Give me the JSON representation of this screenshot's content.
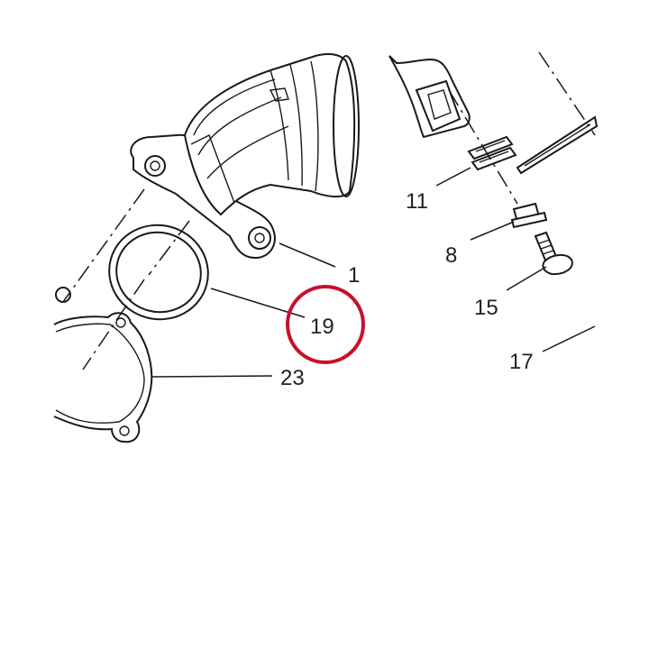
{
  "diagram": {
    "highlight_color": "#c8102e",
    "highlighted_part": "19",
    "parts": [
      {
        "id": "part-1",
        "label": "1"
      },
      {
        "id": "part-8",
        "label": "8"
      },
      {
        "id": "part-11",
        "label": "11"
      },
      {
        "id": "part-15",
        "label": "15"
      },
      {
        "id": "part-17",
        "label": "17"
      },
      {
        "id": "part-19",
        "label": "19"
      },
      {
        "id": "part-23",
        "label": "23"
      }
    ]
  }
}
